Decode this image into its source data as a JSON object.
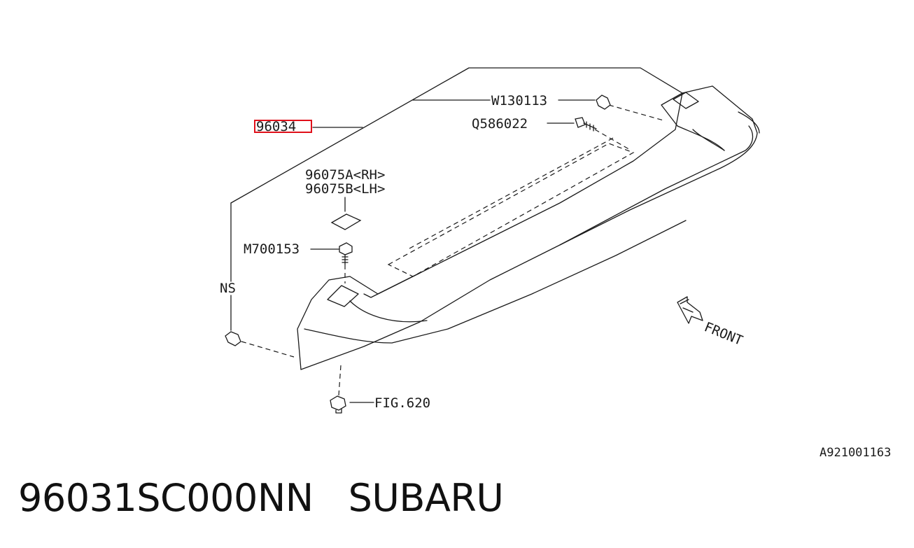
{
  "callouts": {
    "highlighted": "96034",
    "bolt_top": "W130113",
    "screw": "Q586022",
    "pad_rh": "96075A<RH>",
    "pad_lh": "96075B<LH>",
    "bolt_left": "M700153",
    "not_serviced": "NS",
    "figure_ref": "FIG.620",
    "direction": "FRONT"
  },
  "drawing_id": "A921001163",
  "footer": {
    "part_number": "96031SC000NN",
    "brand": "SUBARU"
  },
  "colors": {
    "highlight_box": "#e0101a",
    "line": "#1a1a1a"
  }
}
